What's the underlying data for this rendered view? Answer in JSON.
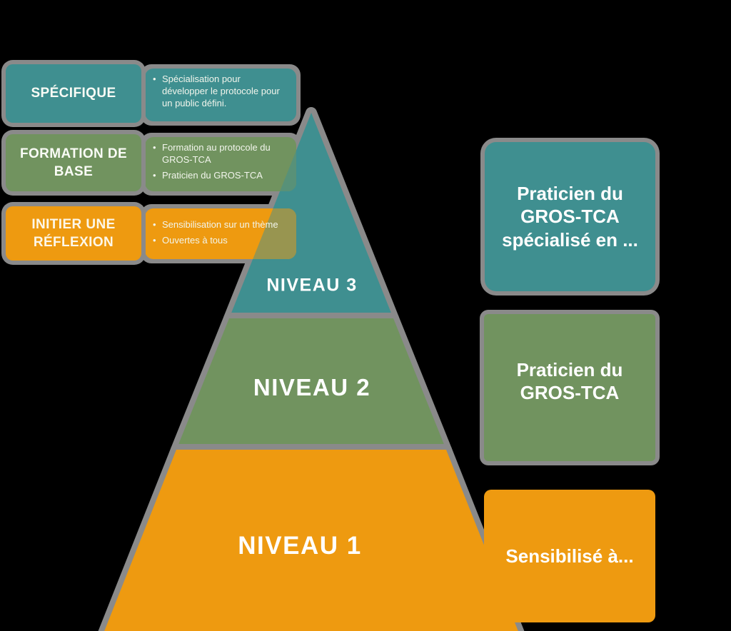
{
  "bullet": "•",
  "colors": {
    "background": "#000000",
    "teal": "#3F8F90",
    "green": "#71935F",
    "orange": "#EE9A10",
    "shadow_gray": "#8A8A8A",
    "blend_teal_green": "#589178",
    "blend_teal_orange": "#989550",
    "text_light": "#FFFFFF"
  },
  "left_rows": [
    {
      "label": "SPÉCIFIQUE",
      "bullets": [
        "Spécialisation pour développer le protocole pour un public défini."
      ]
    },
    {
      "label": "FORMATION DE BASE",
      "bullets": [
        "Formation au protocole du GROS-TCA",
        "Praticien du GROS-TCA"
      ]
    },
    {
      "label": "INITIER UNE RÉFLEXION",
      "bullets": [
        "Sensibilisation sur un thème",
        "Ouvertes à tous"
      ]
    }
  ],
  "pyramid": {
    "levels": [
      {
        "label": "NIVEAU 3"
      },
      {
        "label": "NIVEAU 2"
      },
      {
        "label": "NIVEAU 1"
      }
    ]
  },
  "right_boxes": [
    {
      "text": "Praticien du GROS-TCA spécialisé en ..."
    },
    {
      "text": "Praticien du GROS-TCA"
    },
    {
      "text": "Sensibilisé à..."
    }
  ]
}
